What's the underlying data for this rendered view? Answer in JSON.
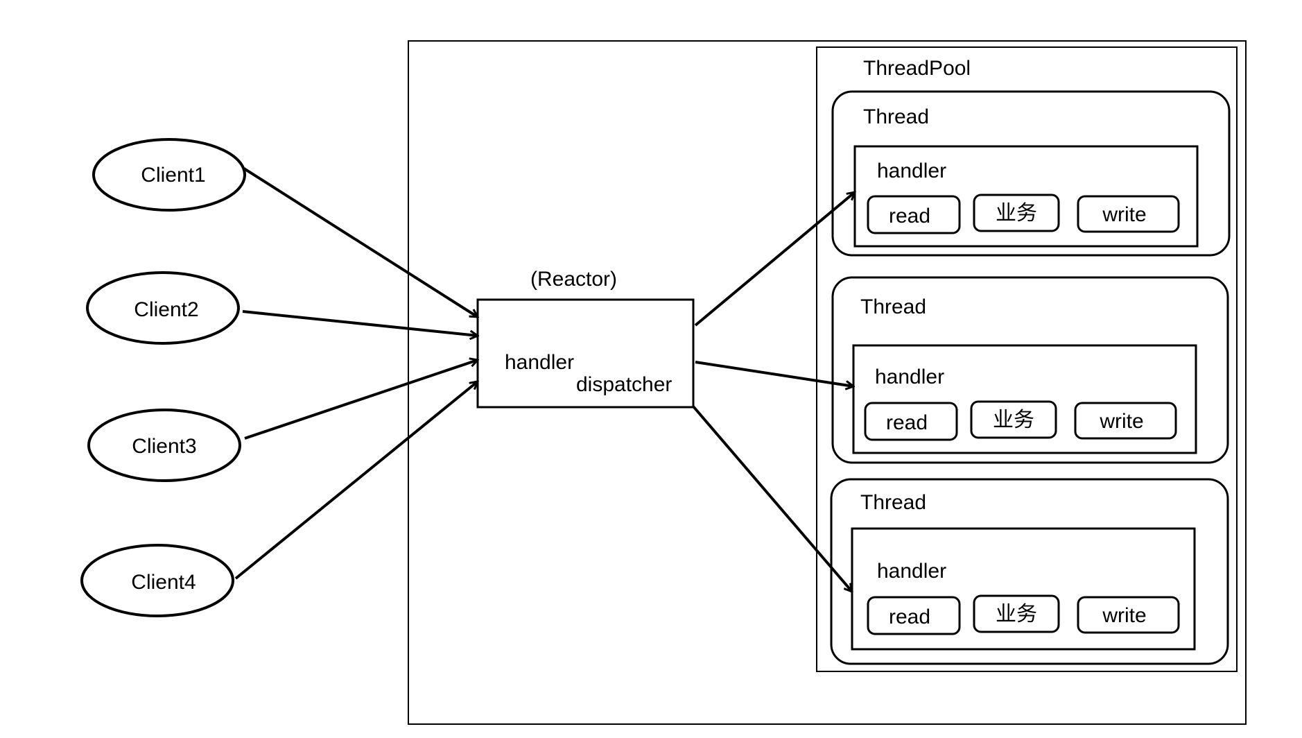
{
  "clients": [
    {
      "label": "Client1"
    },
    {
      "label": "Client2"
    },
    {
      "label": "Client3"
    },
    {
      "label": "Client4"
    }
  ],
  "reactor": {
    "caption": "(Reactor)",
    "label_line1": "handler",
    "label_line2": "dispatcher"
  },
  "threadpool": {
    "title": "ThreadPool",
    "threads": [
      {
        "title": "Thread",
        "handler": {
          "title": "handler",
          "steps": [
            "read",
            "业务",
            "write"
          ]
        }
      },
      {
        "title": "Thread",
        "handler": {
          "title": "handler",
          "steps": [
            "read",
            "业务",
            "write"
          ]
        }
      },
      {
        "title": "Thread",
        "handler": {
          "title": "handler",
          "steps": [
            "read",
            "业务",
            "write"
          ]
        }
      }
    ]
  },
  "colors": {
    "stroke": "#000000",
    "background": "#ffffff"
  }
}
